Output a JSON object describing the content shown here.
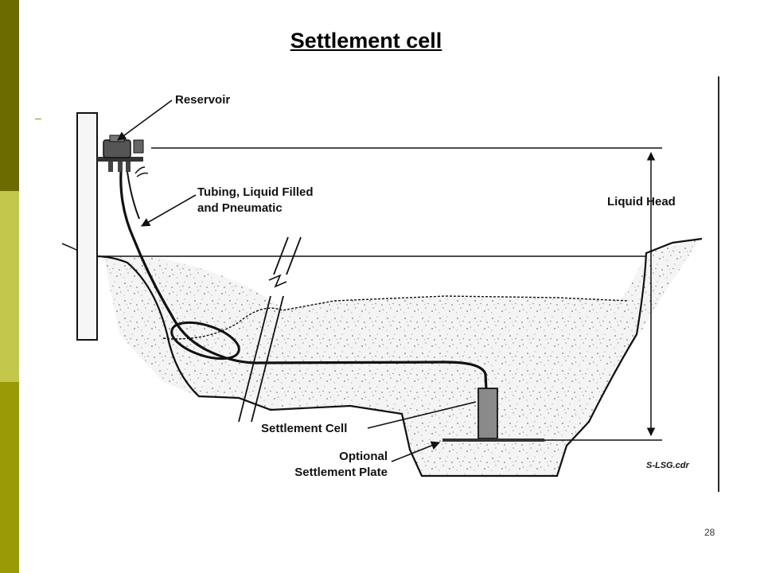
{
  "title": "Settlement cell",
  "bullet": "–",
  "page_number": "28",
  "sidebar_colors": [
    "#6b6b00",
    "#c3c84c",
    "#9a9a06"
  ],
  "diagram": {
    "labels": {
      "reservoir": "Reservoir",
      "tubing_line1": "Tubing, Liquid Filled",
      "tubing_line2": "and Pneumatic",
      "liquid_head": "Liquid Head",
      "settlement_cell": "Settlement Cell",
      "plate_line1": "Optional",
      "plate_line2": "Settlement Plate",
      "drawing_code": "S-LSG.cdr"
    }
  }
}
